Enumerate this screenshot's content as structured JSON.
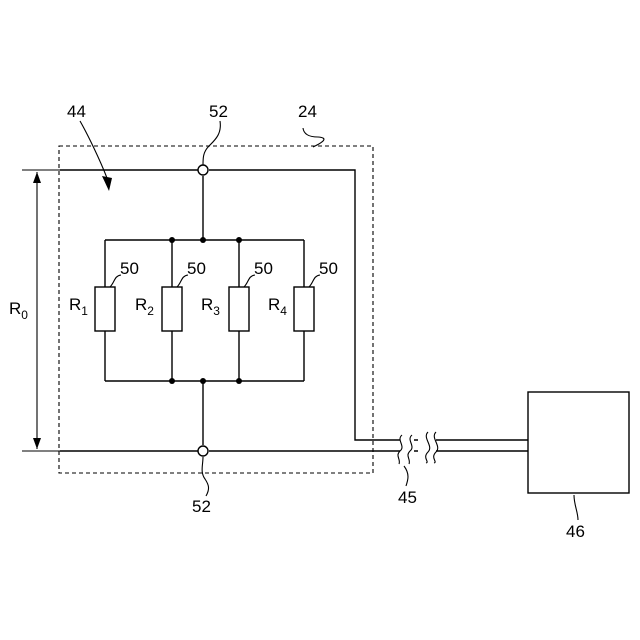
{
  "labels": {
    "sensor_region": "44",
    "top_terminal": "52",
    "bottom_terminal": "52",
    "enclosure": "24",
    "cable": "45",
    "device": "46",
    "resistance_total": "R",
    "resistance_total_sub": "0"
  },
  "resistors": [
    {
      "name": "R",
      "sub": "1",
      "ref": "50"
    },
    {
      "name": "R",
      "sub": "2",
      "ref": "50"
    },
    {
      "name": "R",
      "sub": "3",
      "ref": "50"
    },
    {
      "name": "R",
      "sub": "4",
      "ref": "50"
    }
  ]
}
